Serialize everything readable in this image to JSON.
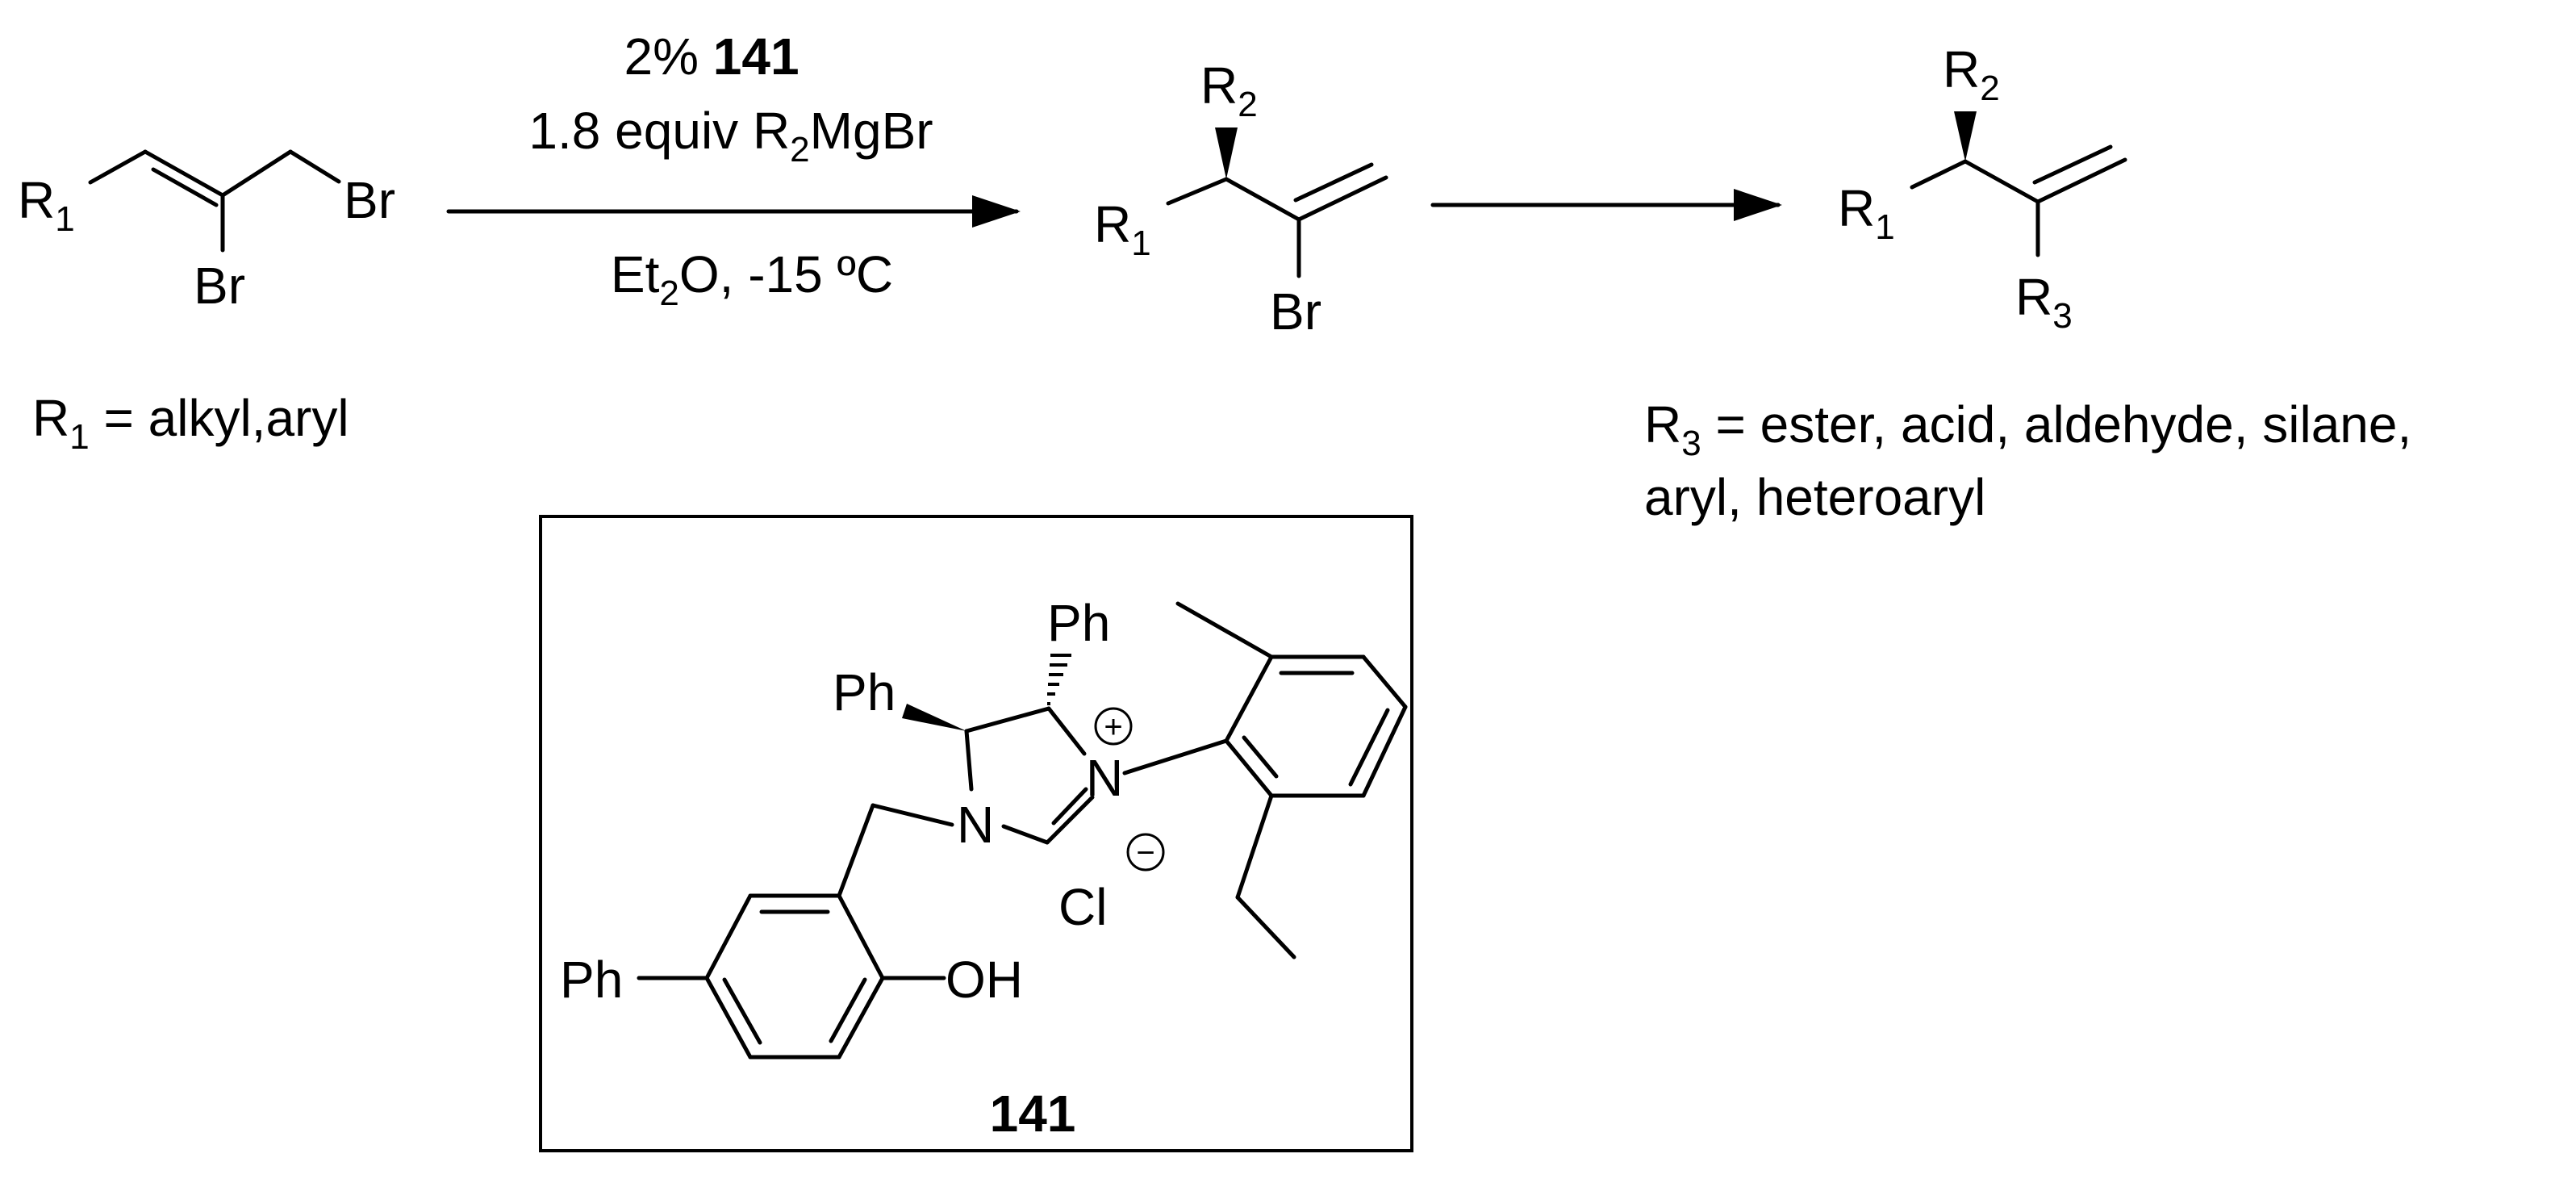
{
  "reaction": {
    "catalyst_prefix": "2% ",
    "catalyst_id": "141",
    "grignard_amount": "1.8 equiv R",
    "grignard_sub": "2",
    "grignard_rest": "MgBr",
    "solvent_pre": "Et",
    "solvent_sub": "2",
    "solvent_post": "O,  -15 ºC"
  },
  "starting_material": {
    "r1": "R",
    "r1_sub": "1",
    "br_allyl": "Br",
    "br_vinyl": "Br",
    "note_pre": "R",
    "note_sub": "1",
    "note_post": " = alkyl,aryl"
  },
  "intermediate": {
    "r1": "R",
    "r1_sub": "1",
    "r2": "R",
    "r2_sub": "2",
    "br": "Br"
  },
  "product": {
    "r1": "R",
    "r1_sub": "1",
    "r2": "R",
    "r2_sub": "2",
    "r3": "R",
    "r3_sub": "3",
    "note_line1_pre": "R",
    "note_line1_sub": "3",
    "note_line1_post": " = ester, acid, aldehyde, silane,",
    "note_line2": "aryl, heteroaryl"
  },
  "catalyst": {
    "ph_top": "Ph",
    "ph_left": "Ph",
    "n_plus": "N",
    "plus": "+",
    "n_left": "N",
    "cl": "Cl",
    "minus": "−",
    "ph_biaryl": "Ph",
    "oh": "OH",
    "label": "141"
  }
}
